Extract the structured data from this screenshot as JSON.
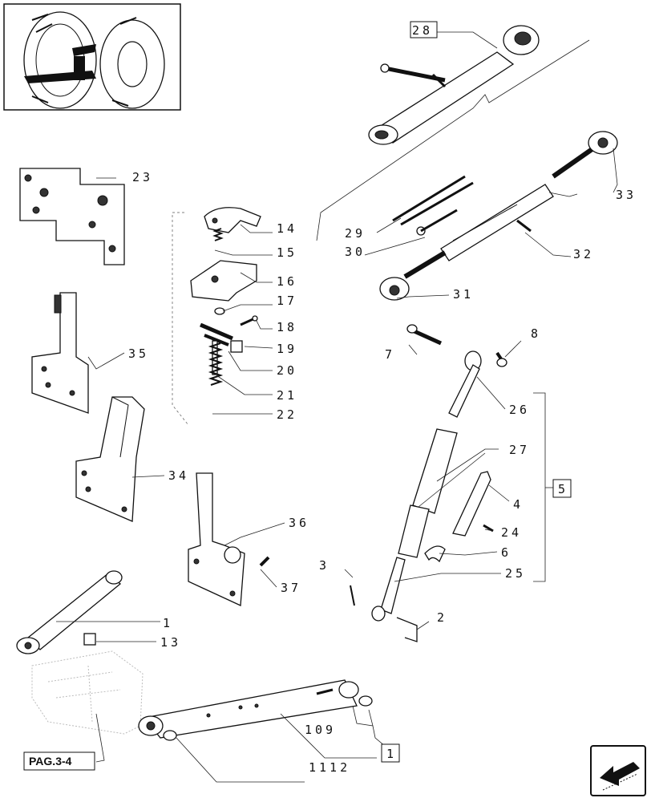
{
  "diagram": {
    "page_ref": "PAG.3-4",
    "callouts": {
      "c28": "28",
      "c33": "33",
      "c23": "23",
      "c14": "14",
      "c15": "15",
      "c16": "16",
      "c17": "17",
      "c18": "18",
      "c19": "19",
      "c20": "20",
      "c21": "21",
      "c22": "22",
      "c29": "29",
      "c30": "30",
      "c31": "31",
      "c32": "32",
      "c35": "35",
      "c34": "34",
      "c36": "36",
      "c37": "37",
      "c7": "7",
      "c8": "8",
      "c26": "26",
      "c27": "27",
      "c5": "5",
      "c4": "4",
      "c24": "24",
      "c6": "6",
      "c25": "25",
      "c3": "3",
      "c2": "2",
      "c1a": "1",
      "c13": "13",
      "c109": "109",
      "c1b": "1",
      "c1112": "1112"
    },
    "icons": [
      "tractor-thumbnail-icon",
      "next-page-arrow-icon"
    ]
  }
}
